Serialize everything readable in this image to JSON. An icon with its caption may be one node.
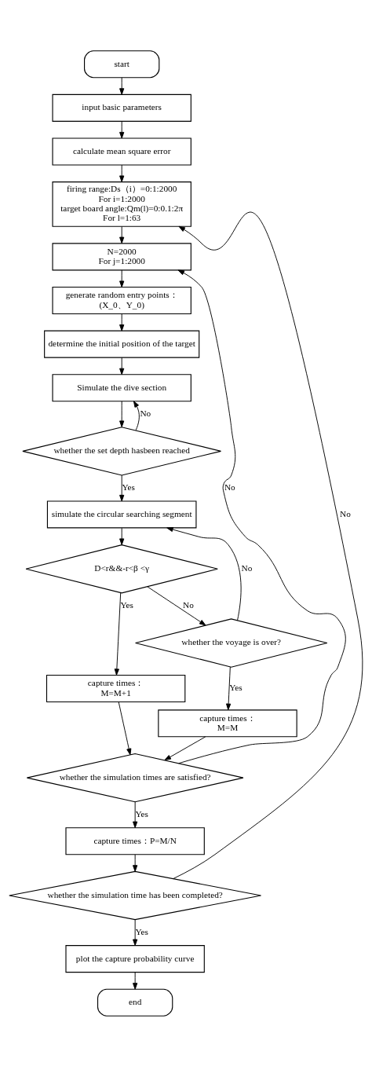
{
  "diagram": {
    "nodes": [
      {
        "text": [
          "start"
        ]
      },
      {
        "text": [
          "input basic parameters"
        ]
      },
      {
        "text": [
          "calculate mean square error"
        ]
      },
      {
        "text": [
          "firing range:Ds（i）=0:1:2000",
          "For i=1:2000",
          "target board angle:Qm(l)=0:0.1:2π",
          "For l=1:63"
        ]
      },
      {
        "text": [
          "N=2000",
          "For j=1:2000"
        ]
      },
      {
        "text": [
          "generate random entry points：",
          "(X_0、Y_0)"
        ]
      },
      {
        "text": [
          "determine the initial position of the target"
        ]
      },
      {
        "text": [
          "Simulate the dive section"
        ]
      },
      {
        "text": [
          "whether the set depth hasbeen reached"
        ]
      },
      {
        "text": [
          "simulate the circular searching segment"
        ]
      },
      {
        "text": [
          "D<r&&-r<β <γ"
        ]
      },
      {
        "text": [
          "capture times：",
          "M=M+1"
        ]
      },
      {
        "text": [
          "whether the voyage is over?"
        ]
      },
      {
        "text": [
          "capture times：",
          "M=M"
        ]
      },
      {
        "text": [
          "whether the simulation times are satisfied?"
        ]
      },
      {
        "text": [
          "capture times：P=M/N"
        ]
      },
      {
        "text": [
          "whether the simulation time has been completed?"
        ]
      },
      {
        "text": [
          "plot the capture probability curve"
        ]
      },
      {
        "text": [
          "end"
        ]
      }
    ],
    "edges": [
      {
        "from": 0,
        "to": 1,
        "arrow": "to"
      },
      {
        "from": 1,
        "to": 2,
        "arrow": "to"
      },
      {
        "from": 2,
        "to": 3,
        "arrow": "to"
      },
      {
        "from": 3,
        "to": 4,
        "arrow": "to"
      },
      {
        "from": 4,
        "to": 5,
        "arrow": "to"
      },
      {
        "from": 5,
        "to": 6,
        "arrow": "to"
      },
      {
        "from": 6,
        "to": 7,
        "arrow": "to"
      },
      {
        "from": 7,
        "to": 8,
        "arrow": "to"
      },
      {
        "from": 8,
        "to": 7,
        "arrow": "to",
        "label": "No"
      },
      {
        "from": 8,
        "to": 9,
        "arrow": "to",
        "label": "Yes"
      },
      {
        "from": 9,
        "to": 10,
        "arrow": "to"
      },
      {
        "from": 10,
        "to": 11,
        "arrow": "to",
        "label": "Yes"
      },
      {
        "from": 10,
        "to": 12,
        "arrow": "to",
        "label": "No"
      },
      {
        "from": 12,
        "to": 9,
        "arrow": "to",
        "label": "No"
      },
      {
        "from": 12,
        "to": 13,
        "arrow": "to",
        "label": "Yes"
      },
      {
        "from": 11,
        "to": 14,
        "arrow": "to"
      },
      {
        "from": 13,
        "to": 14,
        "arrow": "to"
      },
      {
        "from": 14,
        "to": 4,
        "arrow": "to",
        "label": "No"
      },
      {
        "from": 14,
        "to": 15,
        "arrow": "to",
        "label": "Yes"
      },
      {
        "from": 15,
        "to": 16,
        "arrow": "to"
      },
      {
        "from": 16,
        "to": 3,
        "arrow": "to",
        "label": "No"
      },
      {
        "from": 16,
        "to": 17,
        "arrow": "to",
        "label": "Yes"
      },
      {
        "from": 17,
        "to": 18,
        "arrow": "to"
      }
    ]
  }
}
